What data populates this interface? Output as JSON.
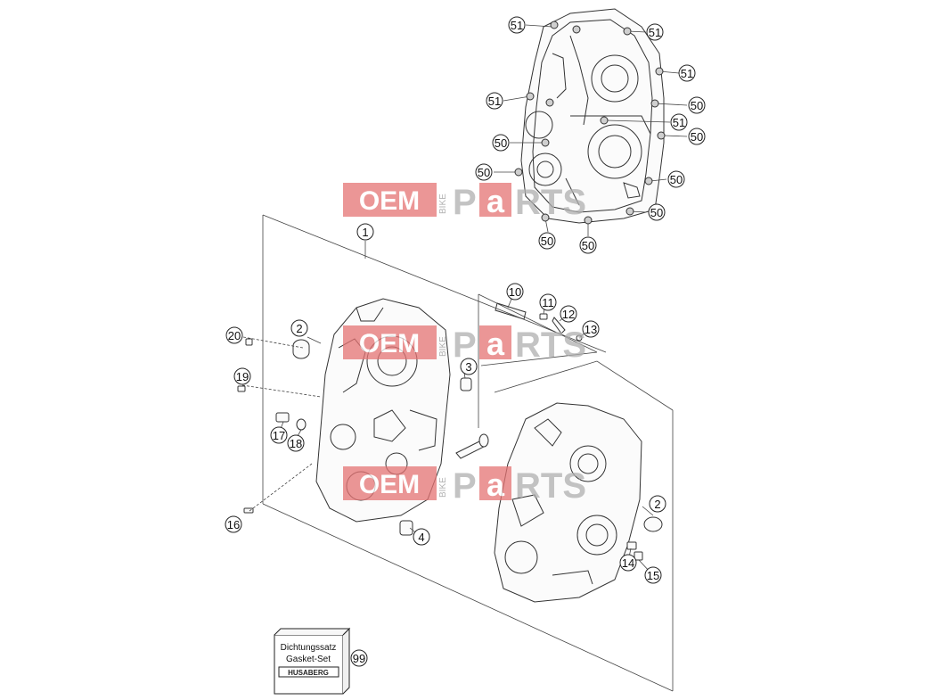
{
  "diagram": {
    "watermark": {
      "oem": "OEM",
      "bike": "BIKE",
      "parts_a": "P",
      "parts_b": "a",
      "parts_c": "RTS"
    },
    "gasket_box": {
      "line1": "Dichtungssatz",
      "line2": "Gasket-Set",
      "brand": "HUSABERG"
    },
    "callouts": [
      "1",
      "2",
      "2",
      "3",
      "4",
      "10",
      "11",
      "12",
      "13",
      "14",
      "15",
      "16",
      "17",
      "18",
      "19",
      "20",
      "50",
      "51",
      "99"
    ],
    "colors": {
      "line": "#222222",
      "watermark_red": "#e57373",
      "watermark_gray": "#b0b0b0"
    }
  }
}
